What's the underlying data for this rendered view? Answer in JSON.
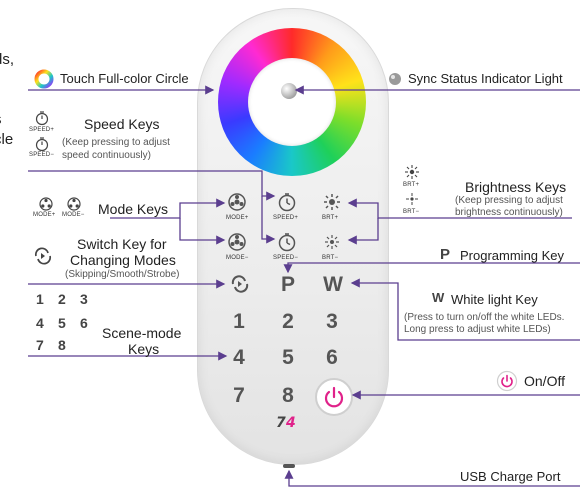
{
  "cut_text": {
    "ds": "ds,",
    "s": "s",
    "cle": "cle"
  },
  "touch_circle": {
    "label": "Touch Full-color Circle"
  },
  "sync": {
    "label": "Sync Status Indicator Light"
  },
  "speed_keys": {
    "title": "Speed Keys",
    "desc_1": "(Keep pressing to adjust",
    "desc_2": "speed continuously)",
    "icon_plus": "SPEED+",
    "icon_minus": "SPEED−"
  },
  "brightness_keys": {
    "title": "Brightness Keys",
    "desc_1": "(Keep pressing to adjust",
    "desc_2": "brightness continuously)",
    "icon_plus": "BRT+",
    "icon_minus": "BRT−"
  },
  "mode_keys": {
    "title": "Mode Keys",
    "icon_plus": "MODE+",
    "icon_minus": "MODE−"
  },
  "switch_key": {
    "title_1": "Switch Key for",
    "title_2": "Changing Modes",
    "desc": "(Skipping/Smooth/Strobe)"
  },
  "programming_key": {
    "letter": "P",
    "label": "Programming Key"
  },
  "white_key": {
    "letter": "W",
    "label": "White light Key",
    "desc_1": "(Press to turn on/off the white LEDs.",
    "desc_2": "Long press to adjust white LEDs)"
  },
  "scene_keys": {
    "title_1": "Scene-mode",
    "title_2": "Keys",
    "numbers": [
      "1",
      "2",
      "3",
      "4",
      "5",
      "6",
      "7",
      "8"
    ]
  },
  "on_off": {
    "label": "On/Off"
  },
  "usb": {
    "label": "USB Charge Port"
  },
  "remote": {
    "p": "P",
    "w": "W",
    "n1": "1",
    "n2": "2",
    "n3": "3",
    "n4": "4",
    "n5": "5",
    "n6": "6",
    "n7": "7",
    "n8": "8",
    "mode_plus": "MODE+",
    "mode_minus": "MODE−",
    "speed_plus": "SPEED+",
    "speed_minus": "SPEED−",
    "brt_plus": "BRT+",
    "brt_minus": "BRT−"
  },
  "colors": {
    "line": "#5b3e8f",
    "power_accent": "#e0228a",
    "key_gray": "#555555"
  }
}
